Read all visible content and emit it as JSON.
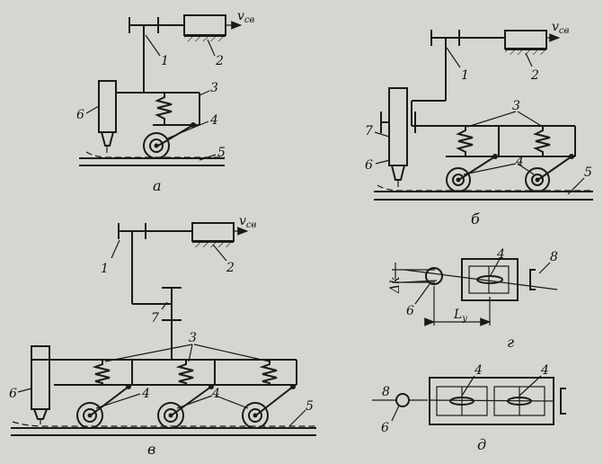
{
  "labels": {
    "n1": "1",
    "n2": "2",
    "n3": "3",
    "n4": "4",
    "n5": "5",
    "n6": "6",
    "n7": "7",
    "n8": "8"
  },
  "speed": {
    "symbol": "v",
    "subscript": "св"
  },
  "captions": {
    "a": "а",
    "b": "б",
    "v": "в",
    "g": "г",
    "d": "д"
  },
  "dims": {
    "delta_k": "Δk",
    "l_symbol": "L",
    "l_subscript": "у"
  }
}
